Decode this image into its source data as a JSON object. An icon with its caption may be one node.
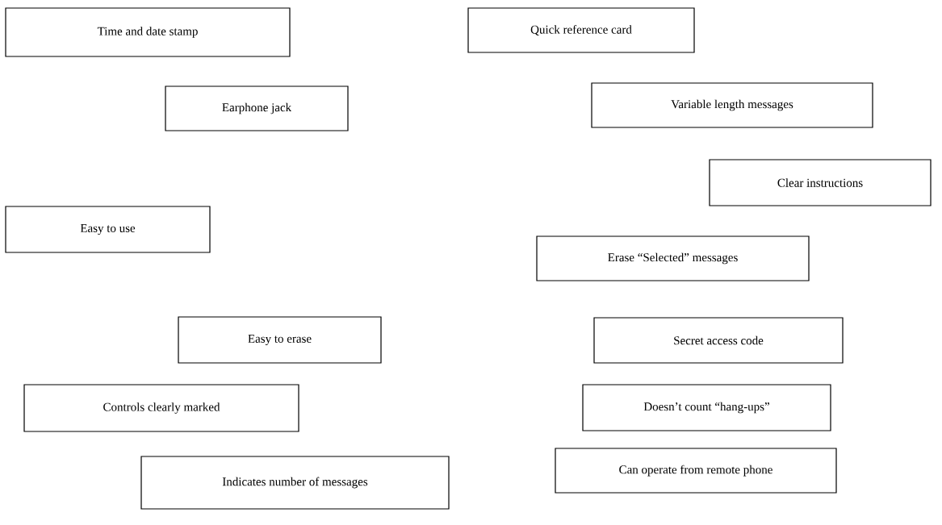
{
  "diagram": {
    "nodes": [
      {
        "text": [
          "Time and date stamp"
        ]
      },
      {
        "text": [
          "Quick reference card"
        ]
      },
      {
        "text": [
          "Earphone jack"
        ]
      },
      {
        "text": [
          "Variable length messages"
        ]
      },
      {
        "text": [
          "Clear instructions"
        ]
      },
      {
        "text": [
          "Easy to use"
        ]
      },
      {
        "text": [
          "Erase “Selected” messages"
        ]
      },
      {
        "text": [
          "Easy to erase"
        ]
      },
      {
        "text": [
          "Secret access code"
        ]
      },
      {
        "text": [
          "Controls clearly marked"
        ]
      },
      {
        "text": [
          "Doesn’t count “hang-ups”"
        ]
      },
      {
        "text": [
          "Indicates number of messages"
        ]
      },
      {
        "text": [
          "Can operate from remote phone"
        ]
      }
    ]
  }
}
